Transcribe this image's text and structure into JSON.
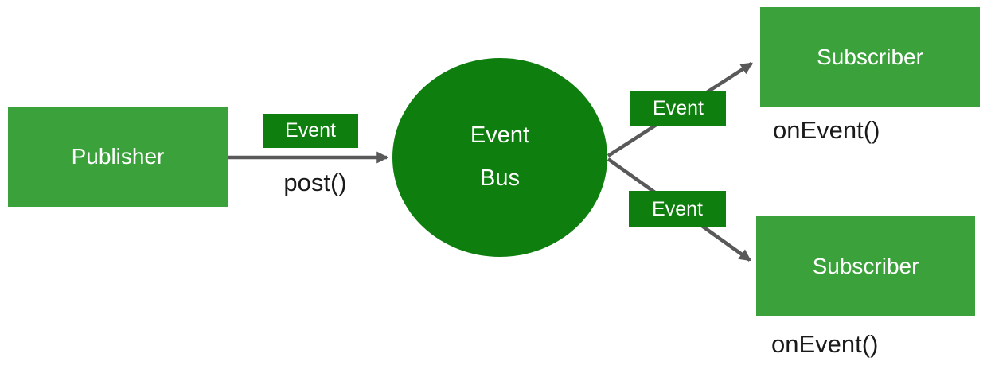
{
  "colors": {
    "box_green": "#3BA23B",
    "dark_green": "#0E7E0E",
    "arrow_gray": "#595959",
    "label_black": "#1a1a1a",
    "text_white": "#ffffff"
  },
  "publisher": {
    "label": "Publisher",
    "method_label": "post()"
  },
  "event_bus": {
    "line1": "Event",
    "line2": "Bus"
  },
  "event_badges": {
    "left": "Event",
    "top_right": "Event",
    "bottom_right": "Event"
  },
  "subscribers": {
    "top": {
      "label": "Subscriber",
      "handler_label": "onEvent()"
    },
    "bottom": {
      "label": "Subscriber",
      "handler_label": "onEvent()"
    }
  }
}
